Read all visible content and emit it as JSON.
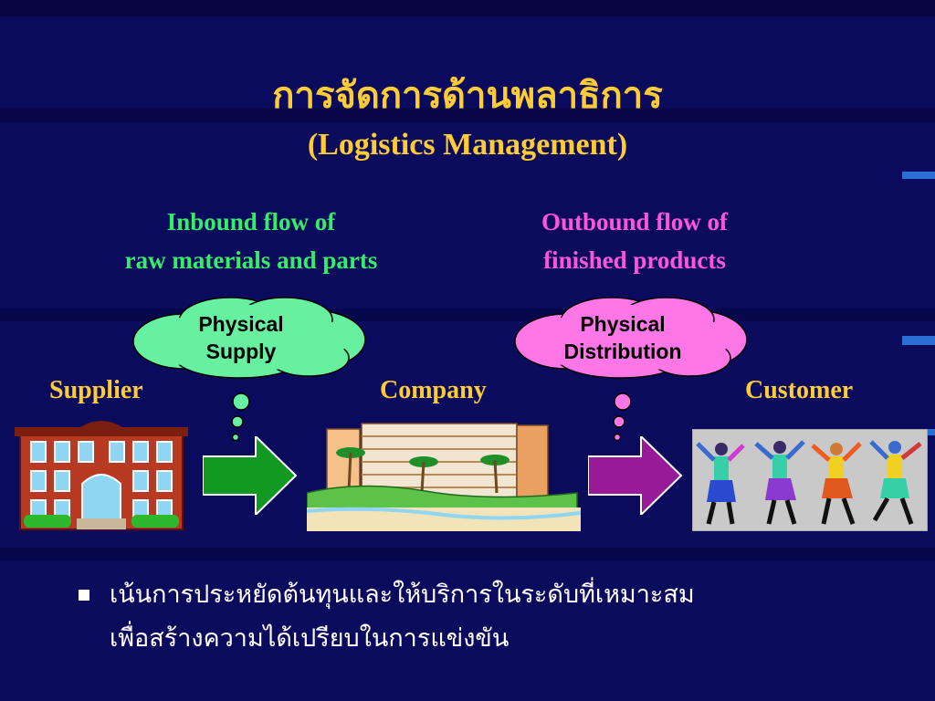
{
  "title": {
    "thai": "การจัดการด้านพลาธิการ",
    "english": "(Logistics Management)"
  },
  "flows": {
    "inbound": [
      "Inbound flow of",
      "raw materials and parts"
    ],
    "outbound": [
      "Outbound flow of",
      "finished products"
    ]
  },
  "clouds": {
    "physical_supply": [
      "Physical",
      "Supply"
    ],
    "physical_distribution": [
      "Physical",
      "Distribution"
    ]
  },
  "entities": {
    "supplier": "Supplier",
    "company": "Company",
    "customer": "Customer"
  },
  "bullet": {
    "line1": "เน้นการประหยัดต้นทุนและให้บริการในระดับที่เหมาะสม",
    "line2": "เพื่อสร้างความได้เปรียบในการแข่งขัน"
  },
  "colors": {
    "background": "#0b0b5e",
    "title": "#ffcc33",
    "inbound": "#33ee66",
    "outbound": "#ff55dd",
    "supply_cloud": "#66f0a0",
    "distribution_cloud": "#ff77e6",
    "supply_arrow": "#119922",
    "distribution_arrow": "#991a99"
  },
  "icons": {
    "supplier": "brick-building-icon",
    "company": "resort-hotel-icon",
    "customer": "dancing-people-icon"
  }
}
